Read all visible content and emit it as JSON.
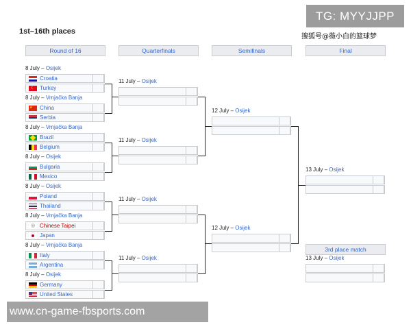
{
  "title": "1st–16th places",
  "rounds": [
    "Round of 16",
    "Quarterfinals",
    "Semifinals",
    "Final"
  ],
  "round_of_16": [
    {
      "date": "8 July",
      "venue": "Osijek",
      "teams": [
        {
          "name": "Croatia",
          "flag": "croatia-flag"
        },
        {
          "name": "Turkey",
          "flag": "turkey-flag"
        }
      ]
    },
    {
      "date": "8 July",
      "venue": "Vrnjačka Banja",
      "teams": [
        {
          "name": "China",
          "flag": "china-flag"
        },
        {
          "name": "Serbia",
          "flag": "serbia-flag"
        }
      ]
    },
    {
      "date": "8 July",
      "venue": "Vrnjačka Banja",
      "teams": [
        {
          "name": "Brazil",
          "flag": "brazil-flag"
        },
        {
          "name": "Belgium",
          "flag": "belgium-flag"
        }
      ]
    },
    {
      "date": "8 July",
      "venue": "Osijek",
      "teams": [
        {
          "name": "Bulgaria",
          "flag": "bulgaria-flag"
        },
        {
          "name": "Mexico",
          "flag": "mexico-flag"
        }
      ]
    },
    {
      "date": "8 July",
      "venue": "Osijek",
      "teams": [
        {
          "name": "Poland",
          "flag": "poland-flag"
        },
        {
          "name": "Thailand",
          "flag": "thailand-flag"
        }
      ]
    },
    {
      "date": "8 July",
      "venue": "Vrnjačka Banja",
      "teams": [
        {
          "name": "Chinese Taipei",
          "flag": "chinese-taipei-flag"
        },
        {
          "name": "Japan",
          "flag": "japan-flag"
        }
      ]
    },
    {
      "date": "8 July",
      "venue": "Vrnjačka Banja",
      "teams": [
        {
          "name": "Italy",
          "flag": "italy-flag"
        },
        {
          "name": "Argentina",
          "flag": "argentina-flag"
        }
      ]
    },
    {
      "date": "8 July",
      "venue": "Osijek",
      "teams": [
        {
          "name": "Germany",
          "flag": "germany-flag"
        },
        {
          "name": "United States",
          "flag": "usa-flag"
        }
      ]
    }
  ],
  "quarterfinals": [
    {
      "date": "11 July",
      "venue": "Osijek"
    },
    {
      "date": "11 July",
      "venue": "Osijek"
    },
    {
      "date": "11 July",
      "venue": "Osijek"
    },
    {
      "date": "11 July",
      "venue": "Osijek"
    }
  ],
  "semifinals": [
    {
      "date": "12 July",
      "venue": "Osijek"
    },
    {
      "date": "12 July",
      "venue": "Osijek"
    }
  ],
  "final": {
    "date": "13 July",
    "venue": "Osijek"
  },
  "third_place": {
    "header": "3rd place match",
    "date": "13 July",
    "venue": "Osijek"
  },
  "watermarks": {
    "tg": "TG: MYYJJPP",
    "cn": "搜狐号@薇小白的篮球梦",
    "url": "www.cn-game-fbsports.com"
  },
  "colors": {
    "link": "#3366cc",
    "border": "#c8ccd1",
    "header_bg": "#eaecf0",
    "cell_bg": "#f8f9fa",
    "line": "#202122"
  }
}
